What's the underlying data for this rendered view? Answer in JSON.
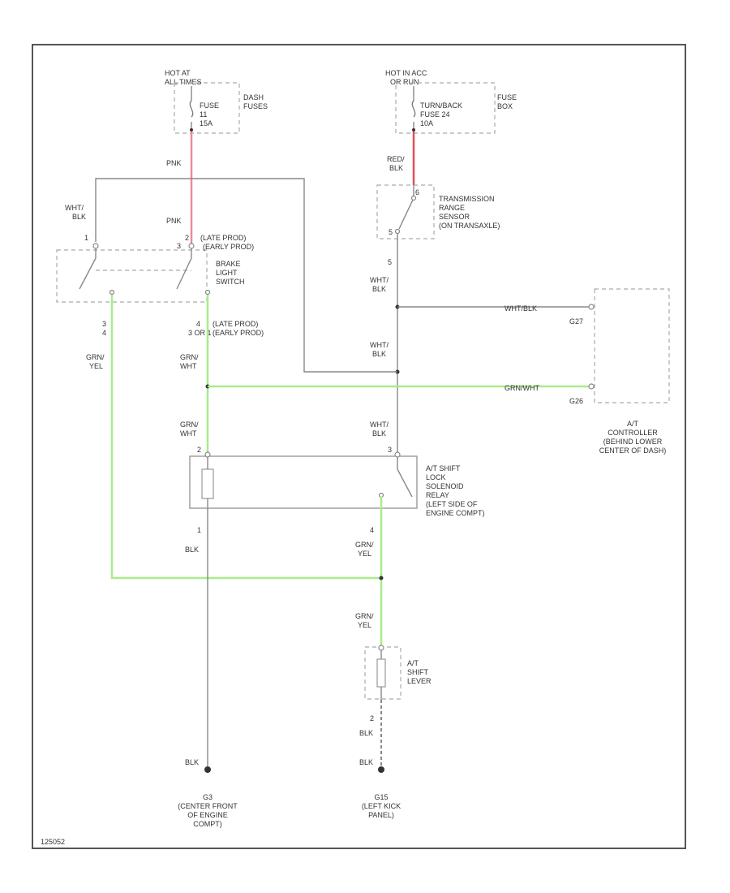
{
  "colors": {
    "pnk_wire": "#ef8a9a",
    "red_wire": "#e0505a",
    "green_wire": "#a8ec8a",
    "wire": "#888888"
  },
  "power_left": {
    "title_l1": "HOT AT",
    "title_l2": "ALL TIMES",
    "fuse_l1": "FUSE",
    "fuse_l2": "11",
    "fuse_l3": "15A",
    "box_l1": "DASH",
    "box_l2": "FUSES"
  },
  "power_right": {
    "title_l1": "HOT IN ACC",
    "title_l2": "OR RUN",
    "fuse_l1": "TURN/BACK",
    "fuse_l2": "FUSE 24",
    "fuse_l3": "10A",
    "box_l1": "FUSE",
    "box_l2": "BOX"
  },
  "wires": {
    "pnk_top": "PNK",
    "pnk_mid": "PNK",
    "red_blk_1": "RED/",
    "red_blk_2": "BLK",
    "wht_blk_left_1": "WHT/",
    "wht_blk_left_2": "BLK",
    "wht_blk_r1_1": "WHT/",
    "wht_blk_r1_2": "BLK",
    "wht_blk_r2_1": "WHT/",
    "wht_blk_r2_2": "BLK",
    "wht_blk_r3_1": "WHT/",
    "wht_blk_r3_2": "BLK",
    "grn_yel_1": "GRN/",
    "grn_yel_2": "YEL",
    "grn_wht_a1": "GRN/",
    "grn_wht_a2": "WHT",
    "grn_wht_b1": "GRN/",
    "grn_wht_b2": "WHT",
    "wht_blk_horiz": "WHT/BLK",
    "grn_wht_horiz": "GRN/WHT",
    "blk_relay": "BLK",
    "grn_yel_relay_1": "GRN/",
    "grn_yel_relay_2": "YEL",
    "grn_yel_lever_1": "GRN/",
    "grn_yel_lever_2": "YEL",
    "blk_lever": "BLK",
    "blk_g3": "BLK",
    "blk_g1": "BLK"
  },
  "pins": {
    "brake_1": "1",
    "brake_2": "2",
    "brake_3": "3",
    "brake_4": "4",
    "late_prod_top": "(LATE PROD)",
    "early_prod_top": "(EARLY PROD)",
    "brake_4_2": "4",
    "brake_3or1": "3 OR 1",
    "late_prod_bot": "(LATE PROD)",
    "early_prod_bot": "(EARLY PROD)",
    "range_6": "6",
    "range_5": "5",
    "ctrl_g27": "G27",
    "ctrl_g26": "G26",
    "relay_2": "2",
    "relay_3": "3",
    "relay_1": "1",
    "relay_4": "4",
    "lever_2": "2"
  },
  "components": {
    "brake_switch_l1": "BRAKE",
    "brake_switch_l2": "LIGHT",
    "brake_switch_l3": "SWITCH",
    "range_l1": "TRANSMISSION",
    "range_l2": "RANGE",
    "range_l3": "SENSOR",
    "range_l4": "(ON TRANSAXLE)",
    "ctrl_l1": "A/T",
    "ctrl_l2": "CONTROLLER",
    "ctrl_l3": "(BEHIND LOWER",
    "ctrl_l4": "CENTER OF DASH)",
    "relay_l1": "A/T SHIFT",
    "relay_l2": "LOCK",
    "relay_l3": "SOLENOID",
    "relay_l4": "RELAY",
    "relay_l5": "(LEFT SIDE OF",
    "relay_l6": "ENGINE COMPT)",
    "lever_l1": "A/T",
    "lever_l2": "SHIFT",
    "lever_l3": "LEVER",
    "ground_g3_id": "G3",
    "ground_g3_l1": "(CENTER FRONT",
    "ground_g3_l2": "OF ENGINE",
    "ground_g3_l3": "COMPT)",
    "ground_g1_id": "G15",
    "ground_g1_l1": "(LEFT KICK",
    "ground_g1_l2": "PANEL)"
  },
  "footer_code": "125052"
}
